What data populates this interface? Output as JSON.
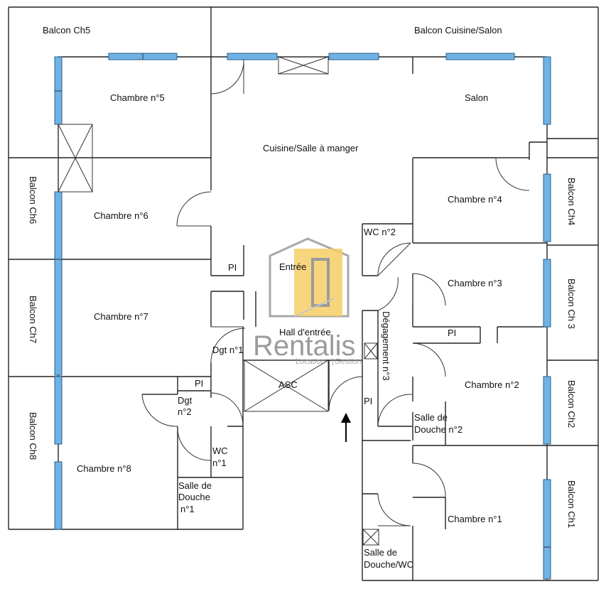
{
  "rooms": {
    "balcon_ch5": "Balcon Ch5",
    "balcon_cuisine_salon": "Balcon Cuisine/Salon",
    "chambre5": "Chambre n°5",
    "salon": "Salon",
    "cuisine": "Cuisine/Salle à manger",
    "balcon_ch6": "Balcon Ch6",
    "chambre6": "Chambre n°6",
    "chambre4": "Chambre n°4",
    "balcon_ch4": "Balcon Ch4",
    "wc2": "WC n°2",
    "pi1": "PI",
    "entree": "Entrée",
    "balcon_ch7": "Balcon Ch7",
    "chambre7": "Chambre n°7",
    "chambre3": "Chambre n°3",
    "balcon_ch3": "Balcon Ch 3",
    "hall": "Hall d'entrée",
    "degagement3": "Dégagement n°3",
    "pi2": "PI",
    "dgt1": "Dgt n°1",
    "asc": "ASC",
    "pi3": "PI",
    "chambre2": "Chambre n°2",
    "balcon_ch2": "Balcon Ch2",
    "dgt2_a": "Dgt",
    "dgt2_b": "n°2",
    "pi4": "PI",
    "salle_douche2_a": "Salle de",
    "salle_douche2_b": "Douche n°2",
    "balcon_ch8": "Balcon Ch8",
    "chambre8": "Chambre n°8",
    "wc1_a": "WC",
    "wc1_b": "n°1",
    "salle_douche1_a": "Salle de",
    "salle_douche1_b": "Douche",
    "salle_douche1_c": "n°1",
    "chambre1": "Chambre n°1",
    "balcon_ch1": "Balcon Ch1",
    "salle_douche_wc_a": "Salle de",
    "salle_douche_wc_b": "Douche/WC"
  },
  "watermark": {
    "brand": "Rentalis",
    "sub_left": "Location",
    "sub_right": "Gestion"
  },
  "colors": {
    "window": "#6fb2e6",
    "logo_gold": "#f3c64b",
    "logo_grey": "#8a8a8a"
  }
}
